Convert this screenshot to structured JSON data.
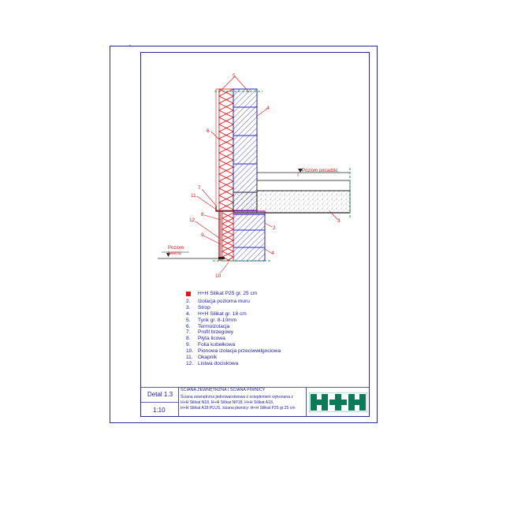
{
  "drawing": {
    "labels": {
      "callouts": [
        "5",
        "4",
        "6",
        "7",
        "11",
        "8",
        "12",
        "9",
        "2",
        "3",
        "4",
        "10"
      ],
      "floor_level": "Poziom posadzki",
      "ground_level_line1": "Poziom",
      "ground_level_line2": "terenu"
    }
  },
  "legend": [
    {
      "num": "",
      "text": "H+H Silikat P25 gr. 25 cm",
      "swatch": true
    },
    {
      "num": "2.",
      "text": "Izolacja pozioma muru"
    },
    {
      "num": "3.",
      "text": "Strop"
    },
    {
      "num": "4.",
      "text": "H+H Silikat gr. 18 cm"
    },
    {
      "num": "5.",
      "text": "Tynk gr. 8-10mm"
    },
    {
      "num": "6.",
      "text": "Termoizolacja"
    },
    {
      "num": "7.",
      "text": "Profil brzegowy"
    },
    {
      "num": "8.",
      "text": "Płyta licowa"
    },
    {
      "num": "9.",
      "text": "Folia kubełkowa"
    },
    {
      "num": "10.",
      "text": "Pionowa izolacja przeciwwilgociowa"
    },
    {
      "num": "11.",
      "text": "Okapnik"
    },
    {
      "num": "12.",
      "text": "Listwa dociskowa"
    }
  ],
  "title_block": {
    "detail": "Detal 1.3",
    "scale": "1:10",
    "title": "ŚCIANA ZEWNĘTRZNA I ŚCIANA PIWNICY",
    "desc": [
      "Ściana zewnętrzna jednowarstwowa z ociepleniem wykonana z",
      "H+H Silikat N18, H+H Silikat NP18, H+H Silikat A18,",
      "H+H Silikat A18 PLUS, ściana piwnicy: H+H Silikat P25 gr.25 cm"
    ]
  },
  "colors": {
    "frame": "#2a2a9a",
    "red": "#e0161b",
    "blue": "#2424c8",
    "magenta": "#d0009a",
    "green": "#18a048",
    "logo": "#0b7a57"
  }
}
